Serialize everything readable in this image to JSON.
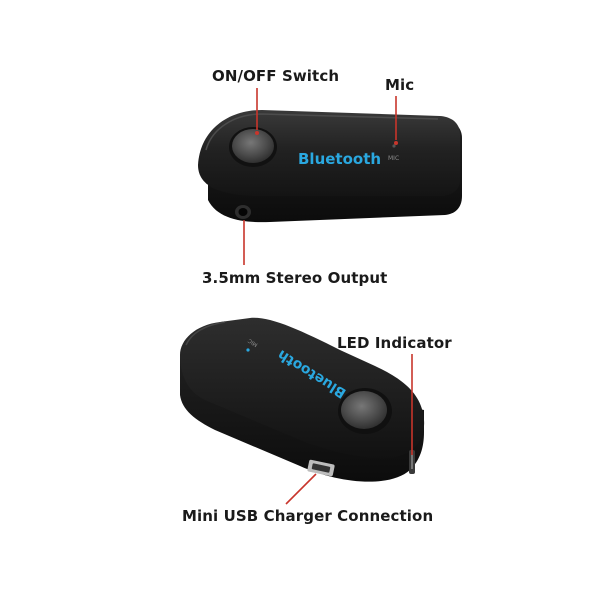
{
  "labels": {
    "on_off_switch": "ON/OFF Switch",
    "mic": "Mic",
    "stereo_output": "3.5mm Stereo Output",
    "led_indicator": "LED Indicator",
    "mini_usb": "Mini USB Charger Connection"
  },
  "device": {
    "brand_text": "Bluetooth",
    "mic_text": "MIC"
  },
  "colors": {
    "body": "#1b1b1b",
    "brand_blue": "#2aa8e0",
    "pointer_red": "#c8352b",
    "label_text": "#1a1a1a"
  }
}
